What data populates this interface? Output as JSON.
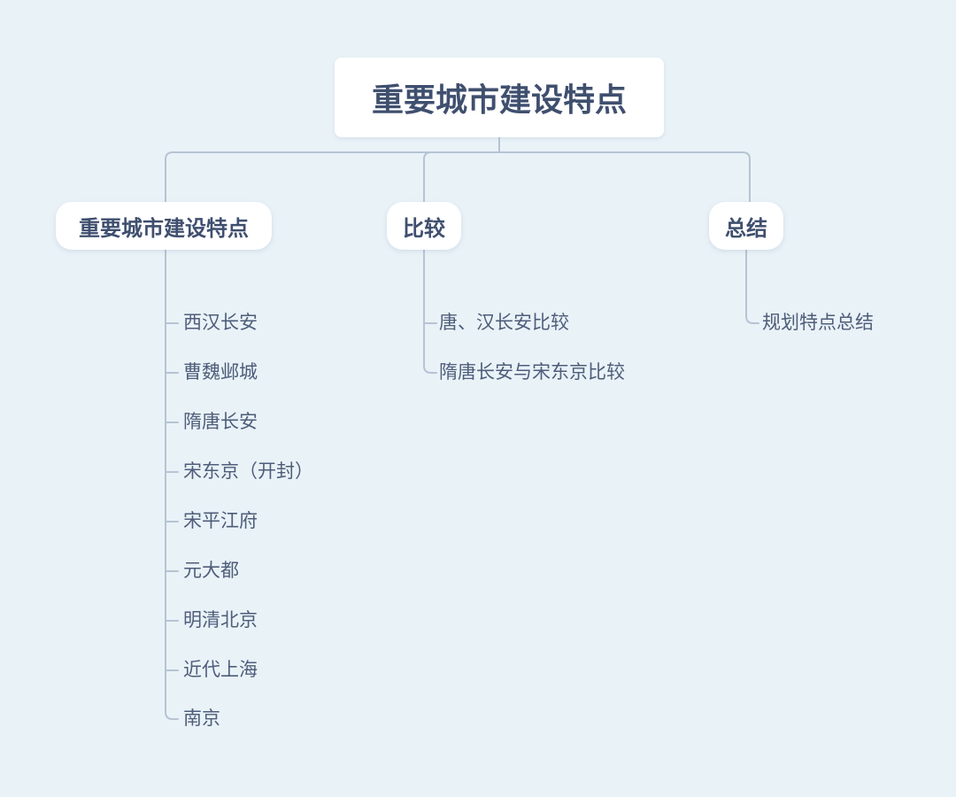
{
  "diagram": {
    "type": "mindmap",
    "colors": {
      "background": "#e9f2f7",
      "node_background": "#ffffff",
      "connector_line": "#b6c4d3",
      "heading_text": "#3f4f6e",
      "leaf_text": "#4e5d7a"
    },
    "root": {
      "label": "重要城市建设特点"
    },
    "branches": [
      {
        "label": "重要城市建设特点",
        "items": [
          "西汉长安",
          "曹魏邺城",
          "隋唐长安",
          "宋东京（开封）",
          "宋平江府",
          "元大都",
          "明清北京",
          "近代上海",
          "南京"
        ]
      },
      {
        "label": "比较",
        "items": [
          "唐、汉长安比较",
          "隋唐长安与宋东京比较"
        ]
      },
      {
        "label": "总结",
        "items": [
          "规划特点总结"
        ]
      }
    ]
  }
}
